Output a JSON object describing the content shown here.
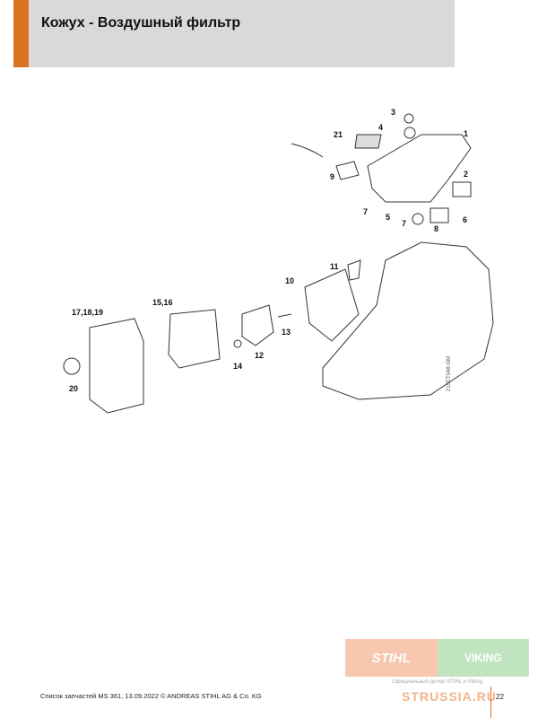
{
  "header": {
    "title": "Кожух - Воздушный фильтр",
    "accent_color": "#d9731f"
  },
  "diagram": {
    "code": "215ET048 GM",
    "labels": [
      "3",
      "4",
      "1",
      "21",
      "9",
      "2",
      "7",
      "5",
      "7",
      "8",
      "6",
      "11",
      "10",
      "15,16",
      "17,18,19",
      "13",
      "12",
      "14",
      "20"
    ]
  },
  "footer": {
    "text": "Список запчастей MS 361, 13.09.2022 © ANDREAS STIHL AG & Co. KG",
    "page": "22",
    "logo": {
      "stihl": "STIHL",
      "viking": "VIKING",
      "dealer": "Официальный дилер STIHL и Viking",
      "site": "STRUSSIA.RU"
    }
  }
}
